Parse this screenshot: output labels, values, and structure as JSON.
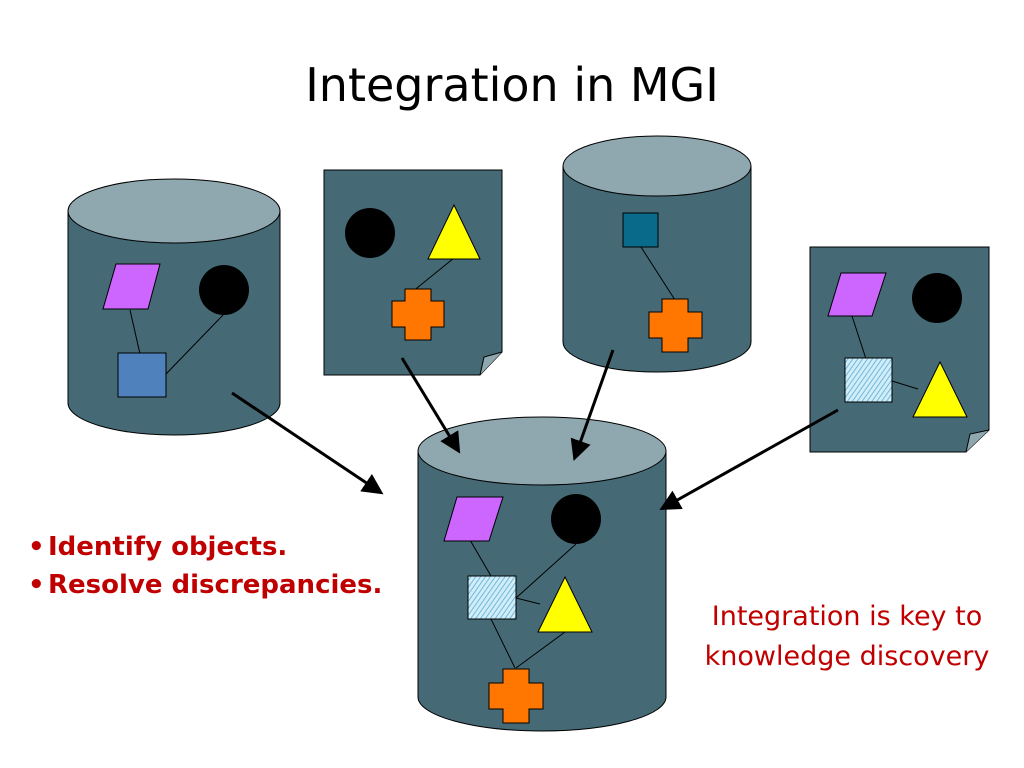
{
  "slide": {
    "title": "Integration in MGI",
    "bullets": [
      "Identify objects.",
      "Resolve discrepancies."
    ],
    "bullet_glyph": "•",
    "callout_lines": [
      "Integration is key to",
      "knowledge discovery"
    ]
  },
  "colors": {
    "container_body": "#456a76",
    "container_top": "#8fa7ae",
    "text_red": "#c00000",
    "parallelogram": "#cc66ff",
    "circle": "#000000",
    "triangle": "#ffff00",
    "cross": "#ff7700",
    "square_blue": "#4f81bd",
    "square_teal": "#0a6a8a",
    "square_hatched": "#a8dff0"
  }
}
